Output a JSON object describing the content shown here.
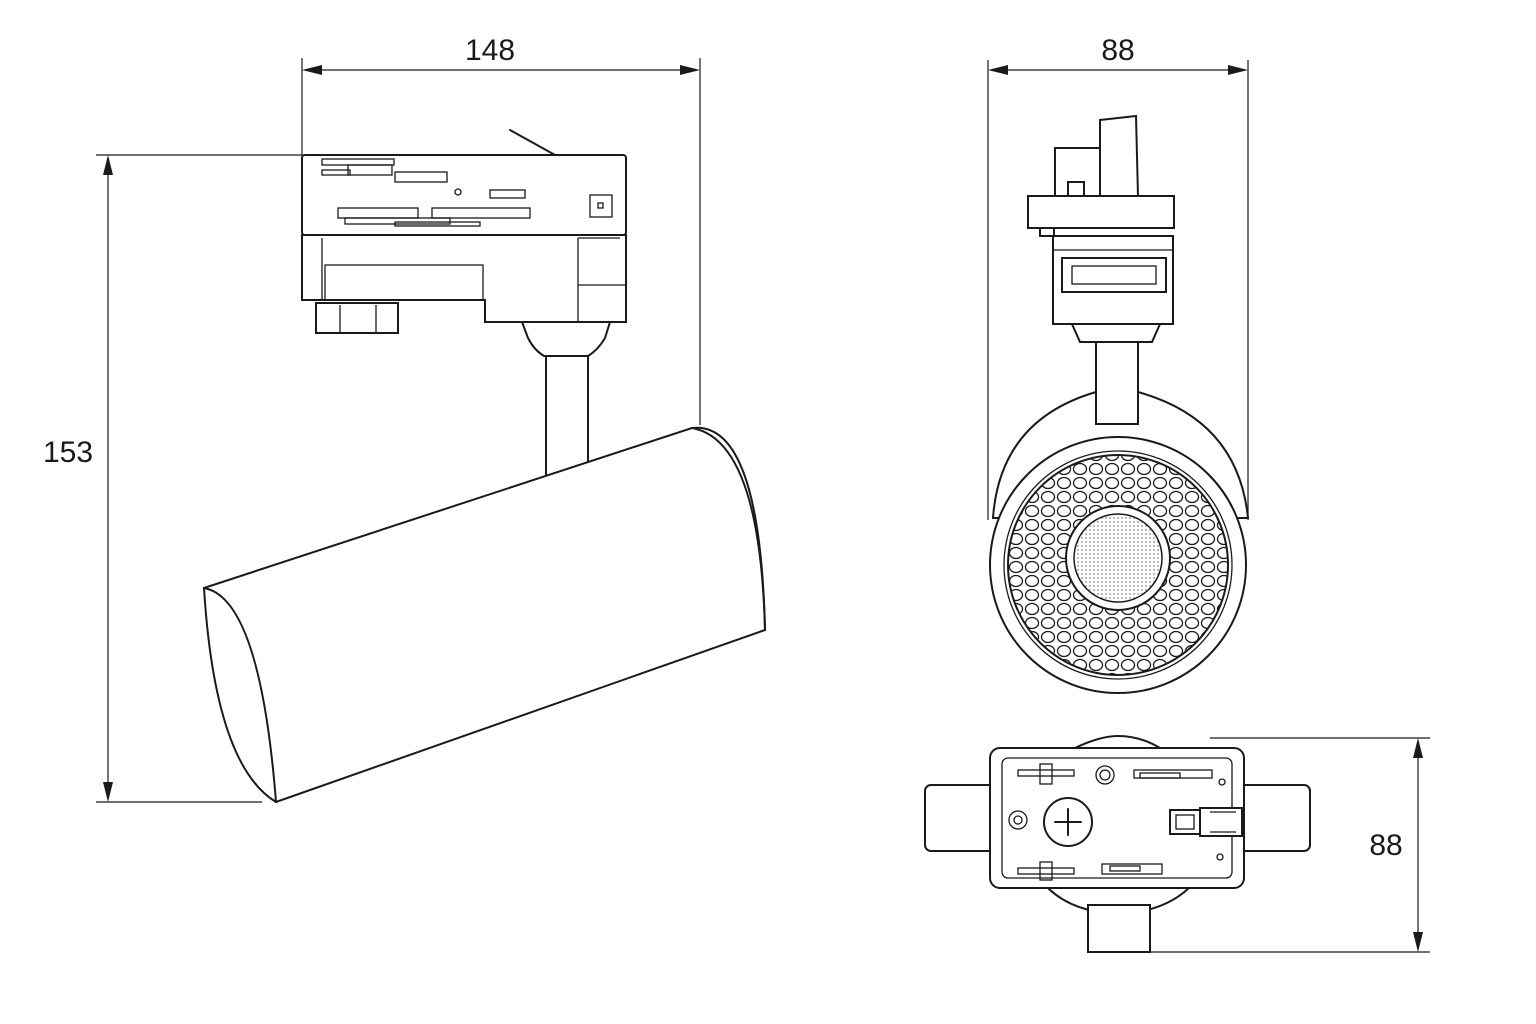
{
  "dimensions": {
    "side_width": "148",
    "side_height": "153",
    "front_width": "88",
    "bottom_depth": "88"
  },
  "colors": {
    "line": "#1a1a1a",
    "background": "#ffffff"
  }
}
